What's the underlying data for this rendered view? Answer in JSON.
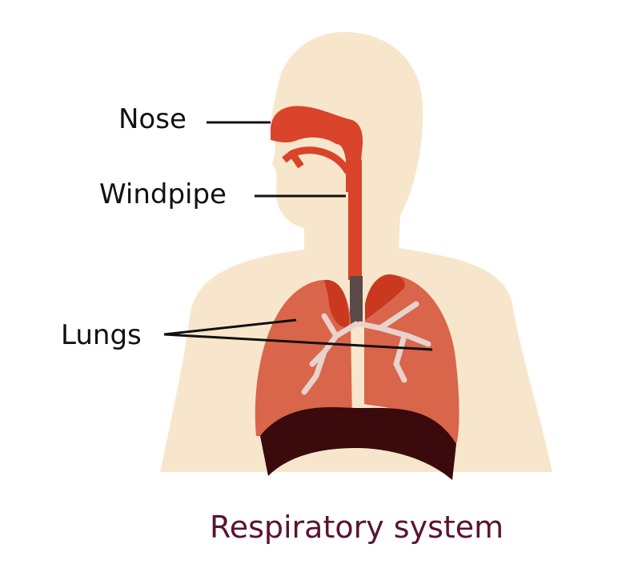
{
  "labels": {
    "nose": "Nose",
    "windpipe": "Windpipe",
    "lungs": "Lungs"
  },
  "caption": "Respiratory system",
  "colors": {
    "skin": "#f8e6cc",
    "airway": "#d9442a",
    "lung": "#d9654a",
    "lung_dark": "#c9381f",
    "bronchi": "#e8d2cc",
    "diaphragm": "#3a0a0c",
    "trachea_lower": "#5a4a48",
    "caption": "#5a1333"
  }
}
